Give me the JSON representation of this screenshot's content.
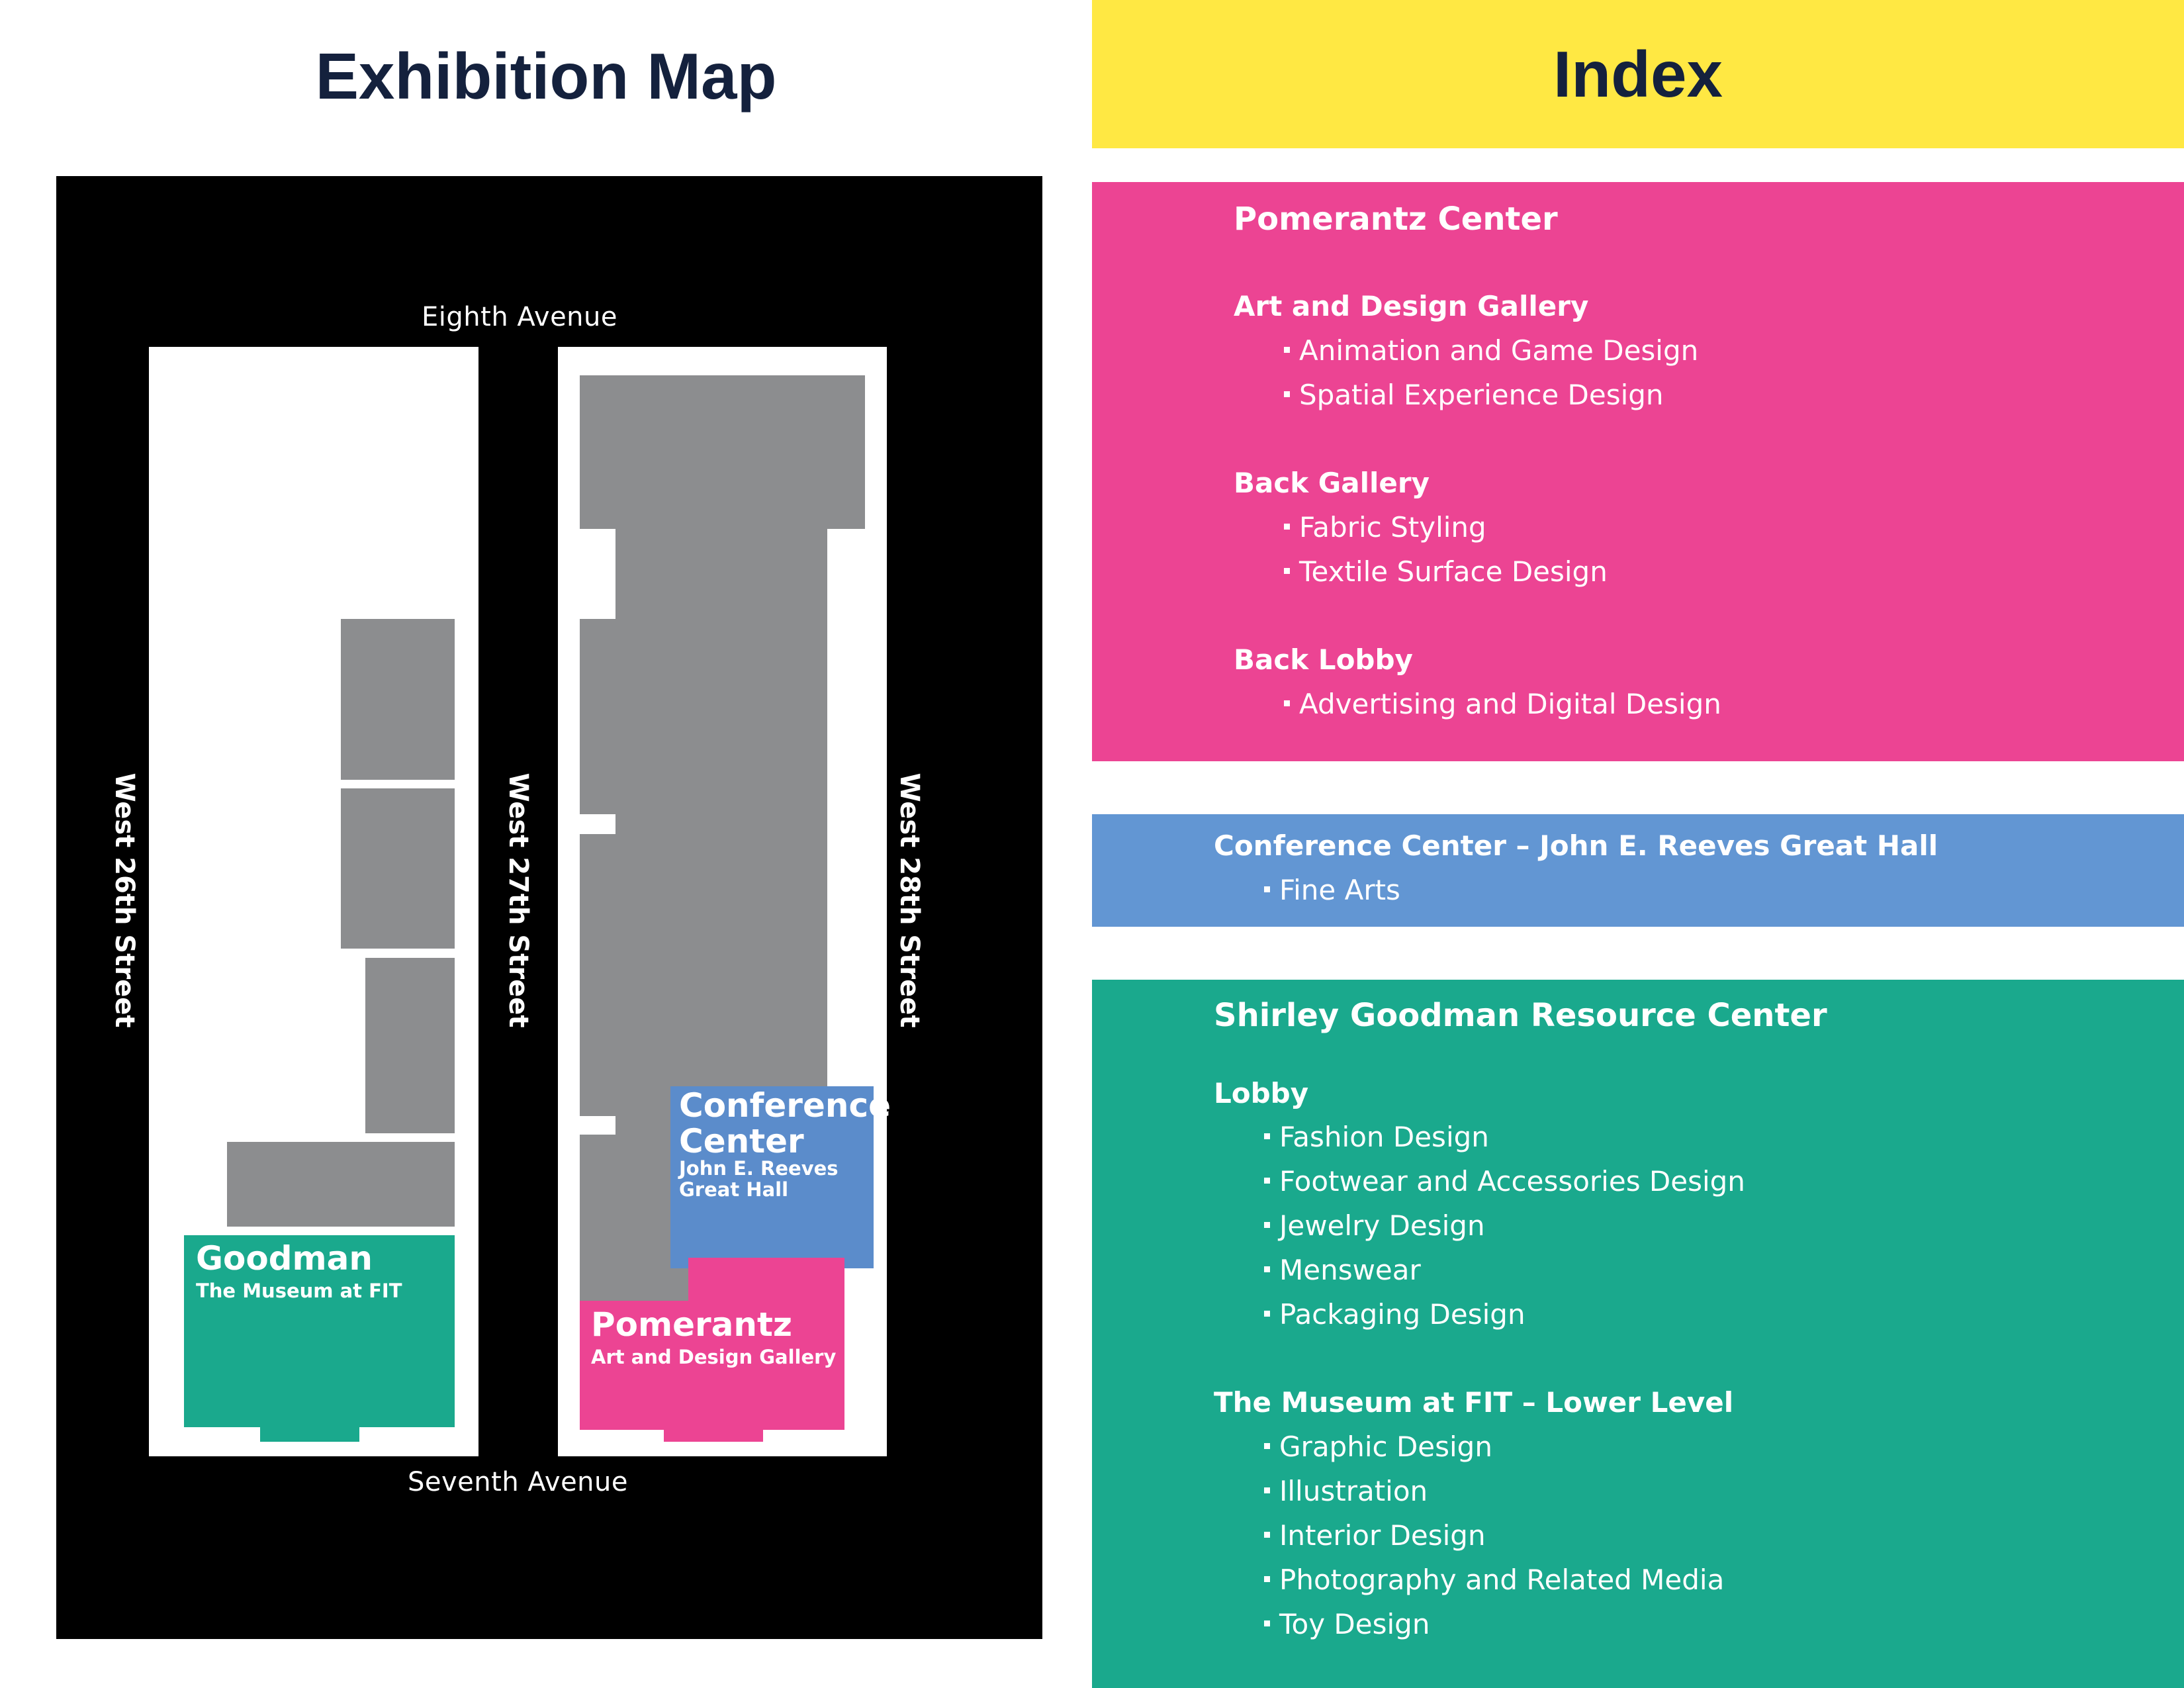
{
  "map": {
    "title": "Exhibition Map",
    "streets": {
      "top": "Eighth Avenue",
      "bottom": "Seventh Avenue",
      "left": "West 26th Street",
      "middle": "West 27th Street",
      "right": "West 28th Street"
    },
    "venues": {
      "goodman": {
        "title": "Goodman",
        "subtitle": "The Museum at FIT",
        "color": "#1aa98d"
      },
      "conference": {
        "title_line1": "Conference",
        "title_line2": "Center",
        "sub_line1": "John E. Reeves",
        "sub_line2": "Great Hall",
        "color": "#5b8ccb"
      },
      "pomerantz": {
        "title": "Pomerantz",
        "subtitle": "Art and Design Gallery",
        "color": "#ec4493"
      }
    },
    "colors": {
      "frame": "#000000",
      "block": "#ffffff",
      "building": "#8c8d8f"
    }
  },
  "index": {
    "title": "Index",
    "header_color": "#ffe843",
    "pomerantz": {
      "heading": "Pomerantz Center",
      "color": "#ec4493",
      "groups": [
        {
          "name": "Art and Design Gallery",
          "items": [
            "Animation and Game Design",
            "Spatial Experience Design"
          ]
        },
        {
          "name": "Back Gallery",
          "items": [
            "Fabric Styling",
            "Textile Surface Design"
          ]
        },
        {
          "name": "Back Lobby",
          "items": [
            "Advertising and Digital Design"
          ]
        }
      ]
    },
    "conference": {
      "heading": "Conference Center – John E. Reeves Great Hall",
      "color": "#6296d3",
      "items": [
        "Fine Arts"
      ]
    },
    "goodman": {
      "heading": "Shirley Goodman Resource Center",
      "color": "#1aa98d",
      "groups": [
        {
          "name": "Lobby",
          "items": [
            "Fashion Design",
            "Footwear and Accessories Design",
            "Jewelry Design",
            "Menswear",
            "Packaging Design"
          ]
        },
        {
          "name": "The Museum at FIT – Lower Level",
          "items": [
            "Graphic Design",
            "Illustration",
            "Interior Design",
            "Photography and Related Media",
            "Toy Design"
          ]
        }
      ]
    }
  }
}
